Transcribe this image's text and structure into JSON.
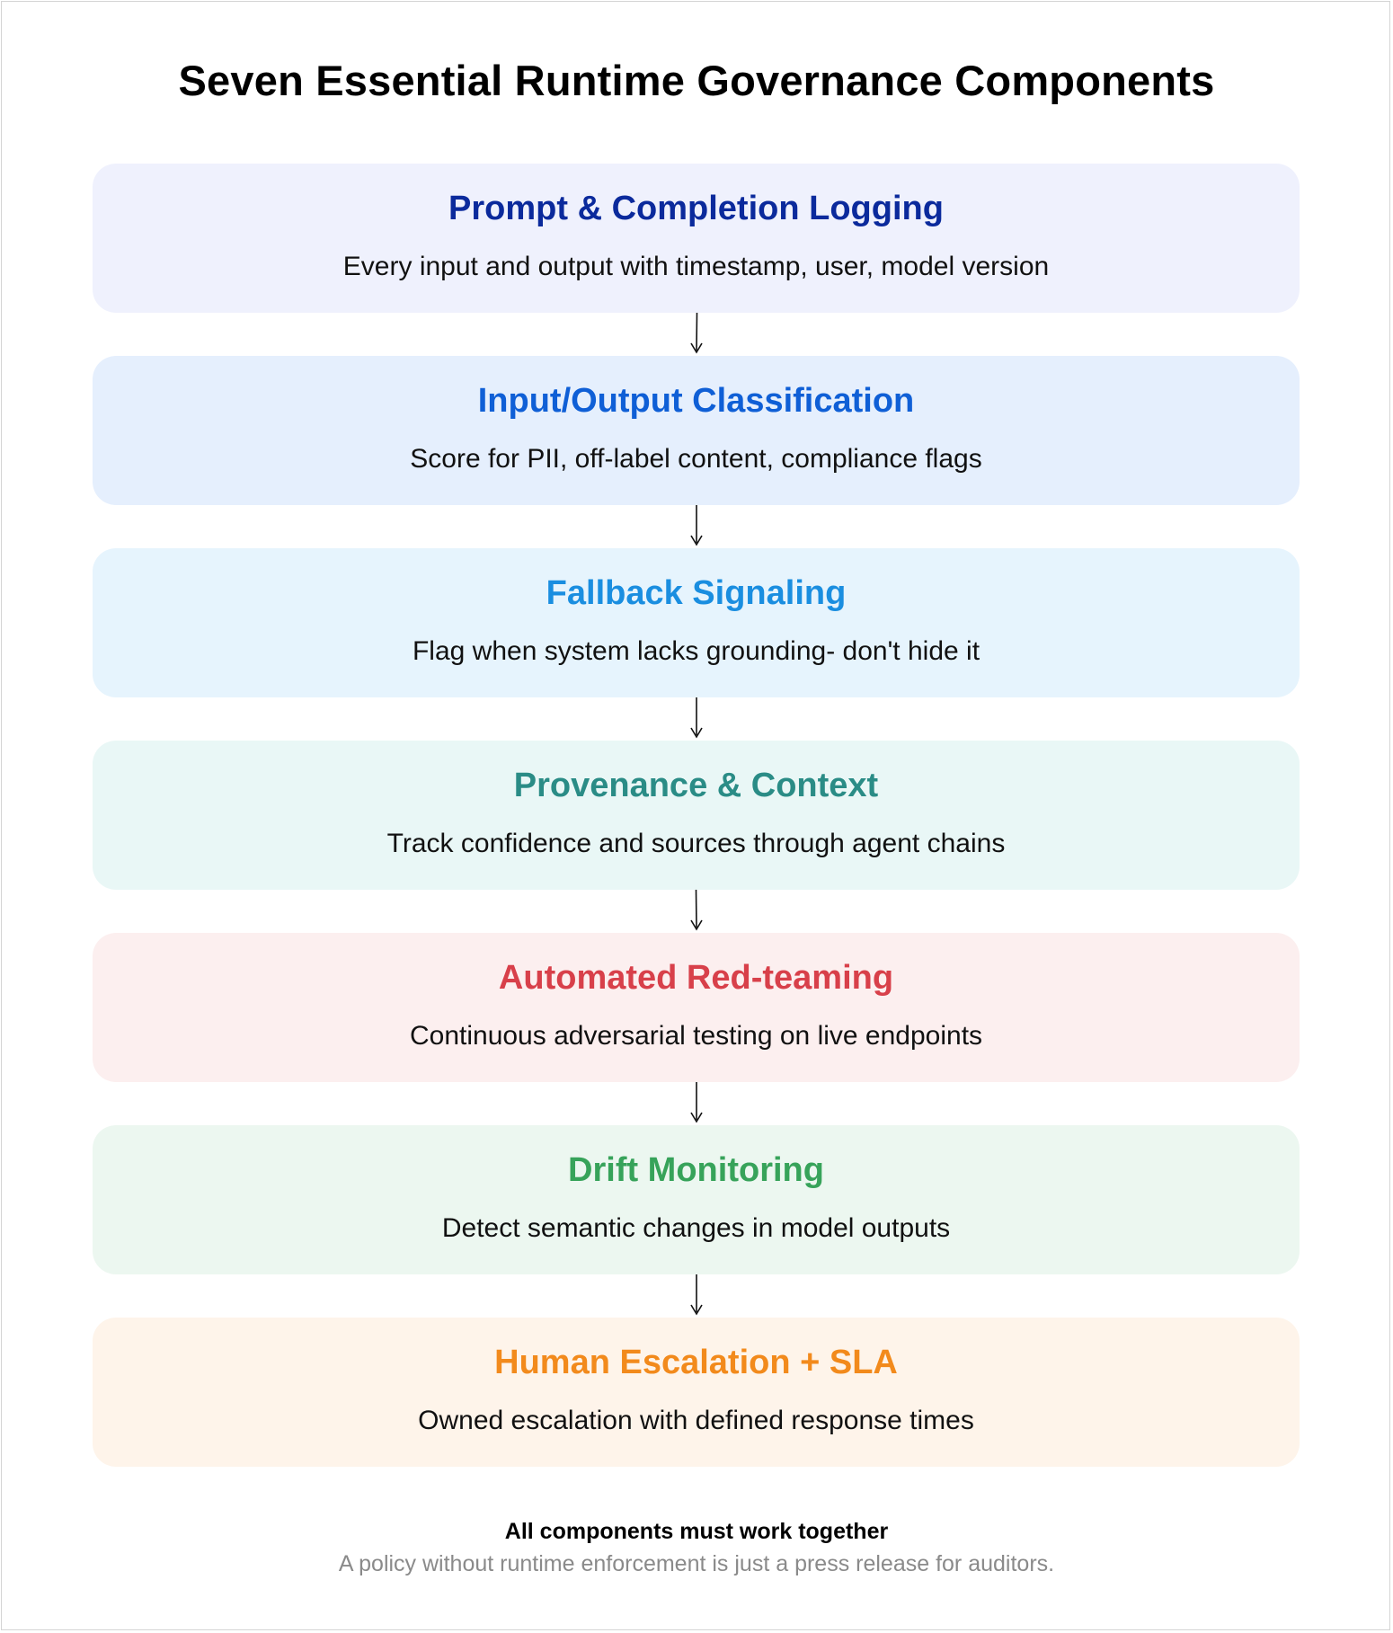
{
  "title": "Seven Essential Runtime Governance Components",
  "components": [
    {
      "title": "Prompt & Completion Logging",
      "description": "Every input and output with timestamp, user, model version",
      "title_color": "#0b2a9c",
      "background": "#eff1fd"
    },
    {
      "title": "Input/Output Classification",
      "description": "Score for PII, off-label content, compliance flags",
      "title_color": "#0f5fd6",
      "background": "#e5effd"
    },
    {
      "title": "Fallback Signaling",
      "description": "Flag when system lacks grounding- don't hide it",
      "title_color": "#1a8ee0",
      "background": "#e6f4fd"
    },
    {
      "title": "Provenance & Context",
      "description": "Track confidence and sources through agent chains",
      "title_color": "#2a8c86",
      "background": "#e9f7f6"
    },
    {
      "title": "Automated Red-teaming",
      "description": "Continuous adversarial testing on live endpoints",
      "title_color": "#d8404a",
      "background": "#fcefef"
    },
    {
      "title": "Drift Monitoring",
      "description": "Detect semantic changes in model outputs",
      "title_color": "#37a35a",
      "background": "#ecf7f0"
    },
    {
      "title": "Human Escalation + SLA",
      "description": "Owned escalation with defined response times",
      "title_color": "#f28a1c",
      "background": "#fef4ea"
    }
  ],
  "footer": {
    "headline": "All components must work together",
    "note": "A policy without runtime enforcement is just a press release for auditors."
  }
}
